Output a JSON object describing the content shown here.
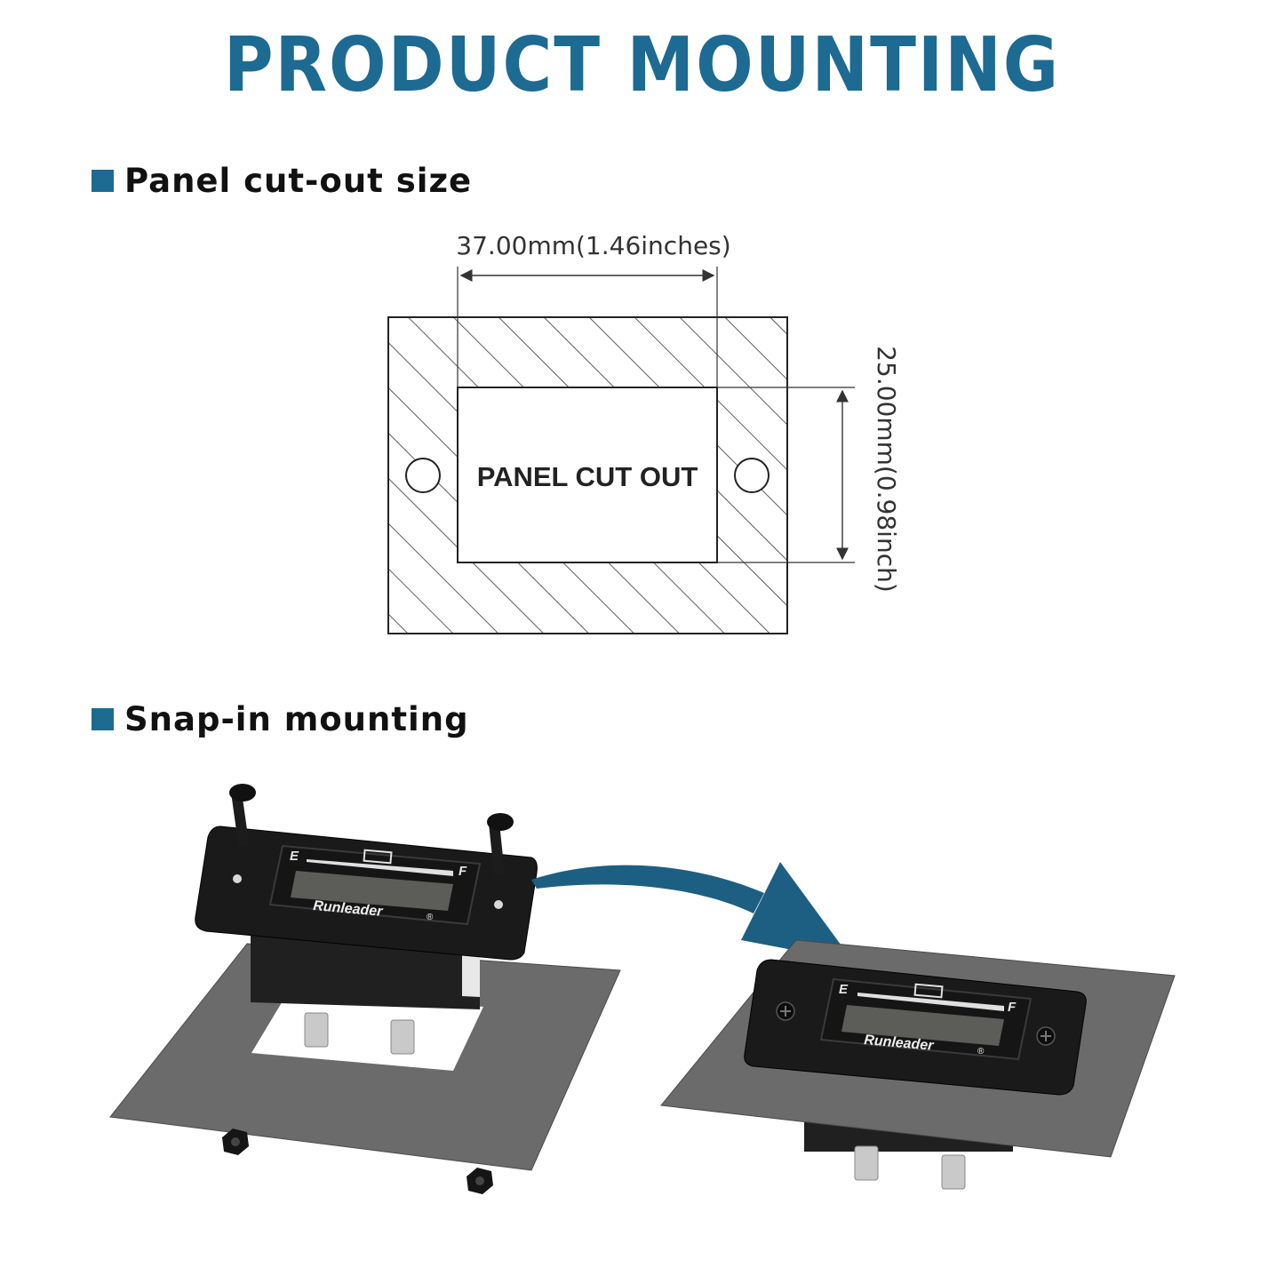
{
  "title": "PRODUCT MOUNTING",
  "sections": [
    {
      "label": "Panel cut-out size"
    },
    {
      "label": "Snap-in mounting"
    }
  ],
  "cutout": {
    "width_label": "37.00mm(1.46inches)",
    "height_label": "25.00mm(0.98inch)",
    "center_label": "PANEL CUT OUT"
  },
  "meter": {
    "brand": "Runleader",
    "registered": "®",
    "gauge_empty": "E",
    "gauge_full": "F"
  },
  "colors": {
    "accent": "#1d6a92",
    "panel": "#6b6b6b",
    "meter": "#1a1a1a"
  }
}
